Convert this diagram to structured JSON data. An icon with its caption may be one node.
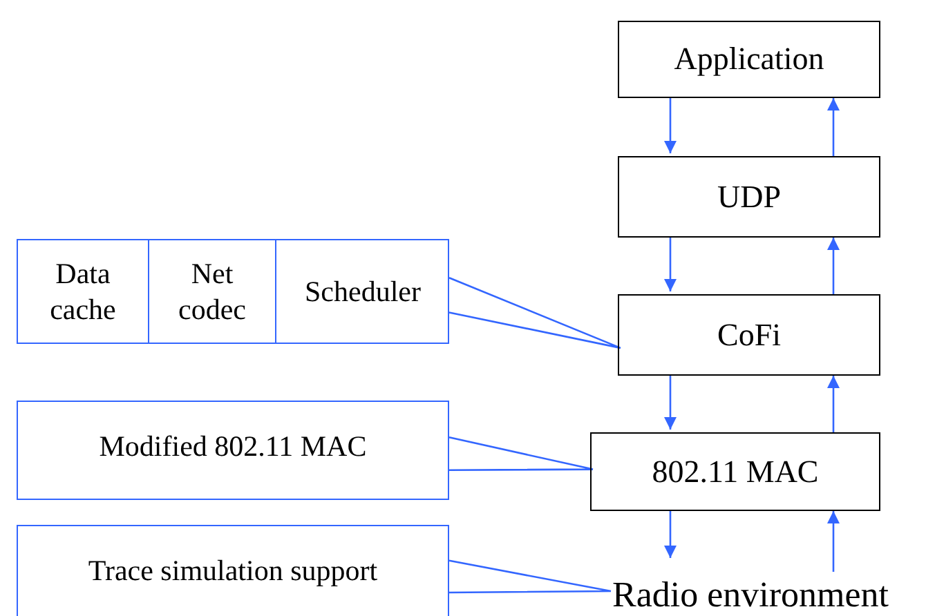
{
  "diagram": {
    "nodes": [
      {
        "text": [
          "Application"
        ]
      },
      {
        "text": [
          "UDP"
        ]
      },
      {
        "text": [
          "CoFi"
        ]
      },
      {
        "text": [
          "802.11 MAC"
        ]
      },
      {
        "text": [
          "Radio environment"
        ]
      },
      {
        "text": [],
        "shape": "box"
      },
      {
        "text": [
          "Data cache"
        ],
        "in": 5
      },
      {
        "text": [
          "Net codec"
        ],
        "in": 5
      },
      {
        "text": [
          "Scheduler"
        ],
        "in": 5
      },
      {
        "text": [
          "Modified 802.11 MAC"
        ]
      },
      {
        "text": [
          "Trace simulation support"
        ]
      }
    ],
    "edges": [
      {
        "from": 0,
        "to": 1,
        "arrow": "to"
      },
      {
        "from": 1,
        "to": 0,
        "arrow": "to"
      },
      {
        "from": 1,
        "to": 2,
        "arrow": "to"
      },
      {
        "from": 2,
        "to": 1,
        "arrow": "to"
      },
      {
        "from": 2,
        "to": 3,
        "arrow": "to"
      },
      {
        "from": 3,
        "to": 2,
        "arrow": "to"
      },
      {
        "from": 3,
        "to": 4,
        "arrow": "to"
      },
      {
        "from": 4,
        "to": 3,
        "arrow": "to"
      },
      {
        "from": 5,
        "to": 2,
        "arrow": "none"
      },
      {
        "from": 9,
        "to": 3,
        "arrow": "none"
      },
      {
        "from": 10,
        "to": 4,
        "arrow": "none"
      }
    ]
  }
}
